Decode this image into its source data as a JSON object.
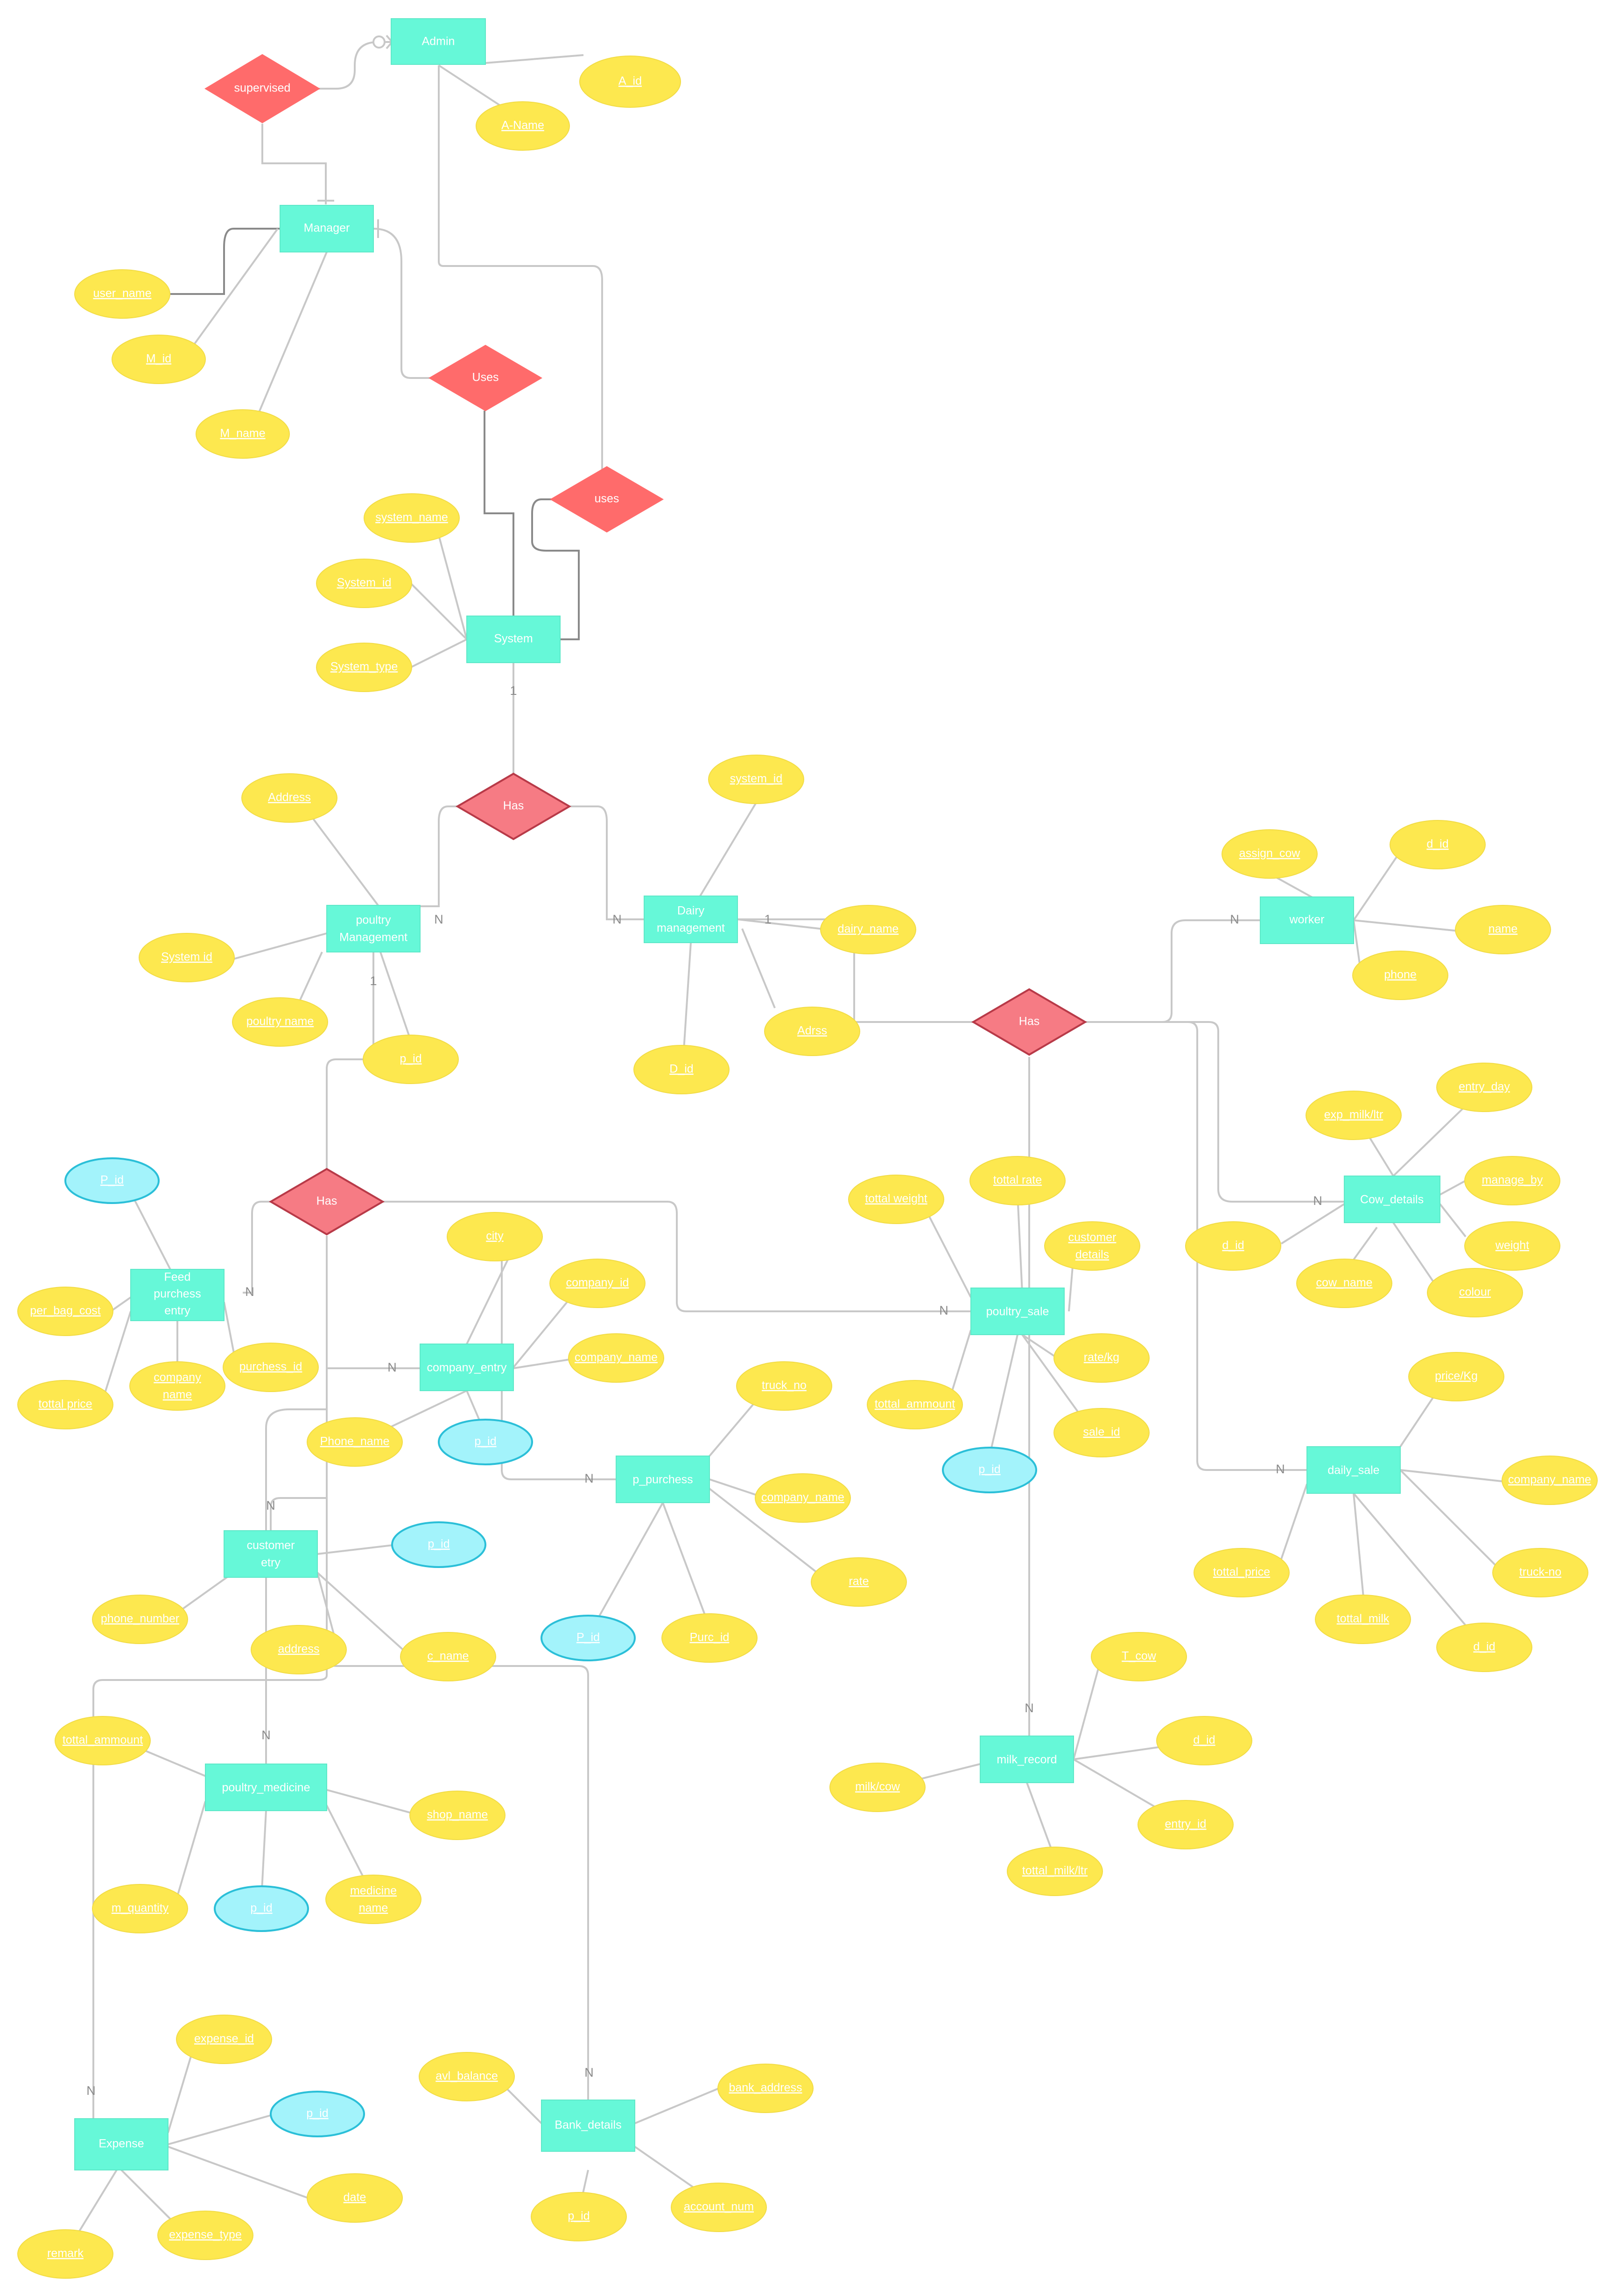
{
  "entities": {
    "admin": "Admin",
    "manager": "Manager",
    "system": "System",
    "poultry_management": [
      "poultry",
      "Management"
    ],
    "dairy_management": [
      "Dairy",
      "management"
    ],
    "worker": "worker",
    "cow_details": "Cow_details",
    "feed_purchase_entry": [
      "Feed",
      "purchess",
      "entry"
    ],
    "company_entry": "company_entry",
    "poultry_sale": "poultry_sale",
    "p_purchase": "p_purchess",
    "customer_entry": [
      "customer",
      "etry"
    ],
    "daily_sale": "daily_sale",
    "poultry_medicine": "poultry_medicine",
    "milk_record": "milk_record",
    "expense": "Expense",
    "bank_details": "Bank_details"
  },
  "relationships": {
    "supervised": "supervised",
    "uses_manager": "Uses",
    "uses_admin": "uses",
    "has_system": "Has",
    "has_dairy": "Has",
    "has_poultry": "Has"
  },
  "attributes": {
    "a_id": "A_id",
    "a_name": "A-Name",
    "user_name": "user_name",
    "m_id": "M_id",
    "m_name": "M_name",
    "system_name": "system_name",
    "system_id_sys": "System_id",
    "system_type": "System_type",
    "address_poultry": "Address",
    "system_id_poultry": "System id",
    "poultry_name": "poultry name",
    "p_id_poultry": "p_id",
    "system_id_dairy": "system_id",
    "dairy_name": "dairy_name",
    "adrss": "Adrss",
    "d_id_dairy": "D_id",
    "assign_cow": "assign_cow",
    "d_id_worker": "d_id",
    "name_worker": "name",
    "phone_worker": "phone",
    "exp_milk": "exp_milk/ltr",
    "entry_day": "entry_day",
    "manage_by": "manage_by",
    "d_id_cow": "d_id",
    "weight": "weight",
    "cow_name": "cow_name",
    "colour": "colour",
    "p_id_feed": "P_id",
    "per_bag_cost": "per_bag_cost",
    "tottal_price": "tottal price",
    "company_name_feed": [
      "company",
      "name"
    ],
    "purchase_id": "purchess_id",
    "city": "city",
    "company_id": "company_id",
    "company_name_entry": "company_name",
    "phone_name": "Phone_name",
    "p_id_company": "p_id",
    "tottal_weight": "tottal weight",
    "tottal_rate": "tottal rate",
    "customer_details": [
      "customer",
      "details"
    ],
    "rate_kg": "rate/kg",
    "sale_id": "sale_id",
    "tottal_ammount_sale": "tottal_ammount",
    "p_id_sale": "p_id",
    "truck_no_purchase": "truck_no",
    "company_name_purchase": "company_name",
    "rate_purchase": "rate",
    "purc_id": "Purc_id",
    "p_id_purchase": "P_id",
    "p_id_customer": "p_id",
    "phone_number": "phone_number",
    "address_customer": "address",
    "c_name": "c_name",
    "price_kg": "price/Kg",
    "company_name_daily": "company_name",
    "truck_no_daily": "truck-no",
    "d_id_daily": "d_id",
    "tottal_milk": "tottal_milk",
    "tottal_price_daily": "tottal_price",
    "tottal_ammount_med": "tottal_ammount",
    "shop_name": "shop_name",
    "medicine_name": [
      "medicine",
      "name"
    ],
    "p_id_med": "p_id",
    "m_quantity": "m_quantity",
    "t_cow": "T_cow",
    "d_id_milk": "d_id",
    "entry_id": "entry_id",
    "tottal_milk_ltr": "tottal_milk/ltr",
    "milk_cow": "milk/cow",
    "expense_id": "expense_id",
    "p_id_expense": "p_id",
    "date": "date",
    "expense_type": "expense_type",
    "remark": "remark",
    "avl_balance": "avl_balance",
    "bank_address": "bank_address",
    "account_num": "account_num",
    "p_id_bank": "p_id"
  },
  "cardinalities": {
    "one": "1",
    "many": "N"
  }
}
